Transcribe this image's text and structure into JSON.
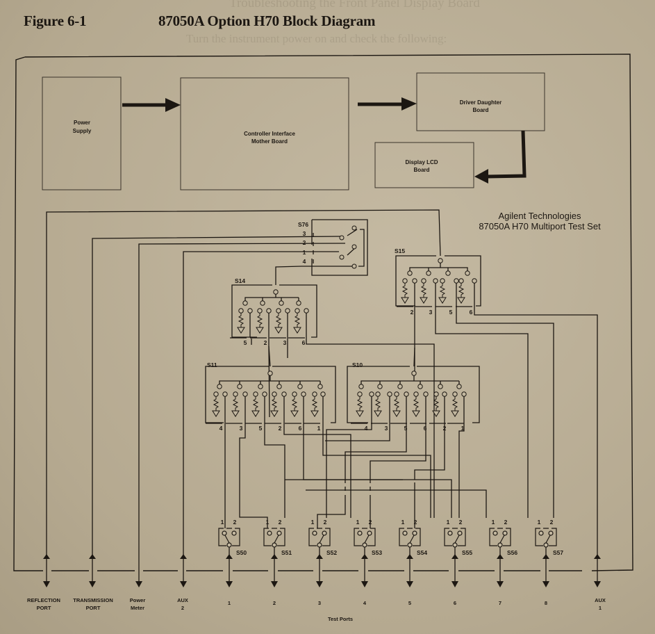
{
  "figure": {
    "number": "Figure 6-1",
    "caption": "87050A Option H70 Block Diagram"
  },
  "manufacturer": {
    "line1": "Agilent Technologies",
    "line2": "87050A H70 Multiport Test Set"
  },
  "blocks": {
    "power_supply": [
      "Power",
      "Supply"
    ],
    "controller": [
      "Controller Interface",
      "Mother Board"
    ],
    "driver": [
      "Driver Daughter",
      "Board"
    ],
    "display": [
      "Display LCD",
      "Board"
    ]
  },
  "switches": {
    "s76": {
      "name": "S76",
      "positions": [
        "3",
        "2",
        "1",
        "4"
      ]
    },
    "s14": {
      "name": "S14",
      "positions": [
        "5",
        "2",
        "3",
        "6"
      ]
    },
    "s15": {
      "name": "S15",
      "positions": [
        "2",
        "3",
        "5",
        "6"
      ]
    },
    "s11": {
      "name": "S11",
      "positions": [
        "4",
        "3",
        "5",
        "2",
        "6",
        "1"
      ]
    },
    "s10": {
      "name": "S10",
      "positions": [
        "4",
        "3",
        "5",
        "6",
        "2",
        "1"
      ]
    },
    "transfer": [
      {
        "name": "S50",
        "pos1": "1",
        "pos2": "2"
      },
      {
        "name": "S51",
        "pos1": "1",
        "pos2": "2"
      },
      {
        "name": "S52",
        "pos1": "1",
        "pos2": "2"
      },
      {
        "name": "S53",
        "pos1": "1",
        "pos2": "2"
      },
      {
        "name": "S54",
        "pos1": "1",
        "pos2": "2"
      },
      {
        "name": "S55",
        "pos1": "1",
        "pos2": "2"
      },
      {
        "name": "S56",
        "pos1": "1",
        "pos2": "2"
      },
      {
        "name": "S57",
        "pos1": "1",
        "pos2": "2"
      }
    ]
  },
  "ports": {
    "reflection": [
      "REFLECTION",
      "PORT"
    ],
    "transmission": [
      "TRANSMISSION",
      "PORT"
    ],
    "power_meter": [
      "Power",
      "Meter"
    ],
    "aux2": [
      "AUX",
      "2"
    ],
    "test": [
      "1",
      "2",
      "3",
      "4",
      "5",
      "6",
      "7",
      "8"
    ],
    "aux1": [
      "AUX",
      "1"
    ],
    "test_ports_label": "Test Ports"
  },
  "background_text": [
    "Troubleshooting the Front Panel Display Board",
    "Turn the instrument power on and check the following:"
  ]
}
